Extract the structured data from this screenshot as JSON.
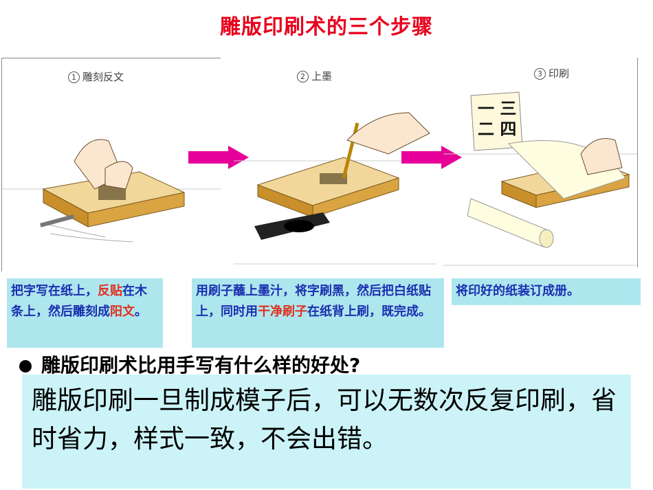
{
  "title": "雕版印刷术的三个步骤",
  "steps": [
    {
      "number": "1",
      "label": "雕刻反文"
    },
    {
      "number": "2",
      "label": "上墨"
    },
    {
      "number": "3",
      "label": "印刷"
    }
  ],
  "paper_chars": {
    "line1": "一 三",
    "line2": "二 四"
  },
  "desc1": {
    "p1": "把字写在纸上，",
    "p2": "反",
    "p3": "贴",
    "p4": "在木条上，然后雕刻成",
    "p5": "阳文",
    "p6": "。"
  },
  "desc2": {
    "p1": "用刷子蘸上墨汁，将字刷黑，然后把白纸贴上，同时用",
    "p2": "干净刷子",
    "p3": "在纸背上刷，既完成。"
  },
  "desc3": {
    "p1": "将印好的纸装订成册。"
  },
  "question": "雕版印刷术比用手写有什么样的好处?",
  "answer": "雕版印刷一旦制成模子后，可以无数次反复印刷，省时省力，样式一致，不会出错。",
  "colors": {
    "title": "#e8001c",
    "desc_bg": "#aee6ee",
    "desc_text": "#1a2fb0",
    "highlight": "#e0301e",
    "answer_bg": "#ccf4f8",
    "arrow": "#e60099"
  },
  "icons": [
    "carving-scene",
    "inking-scene",
    "printing-scene",
    "arrow-right-icon"
  ]
}
